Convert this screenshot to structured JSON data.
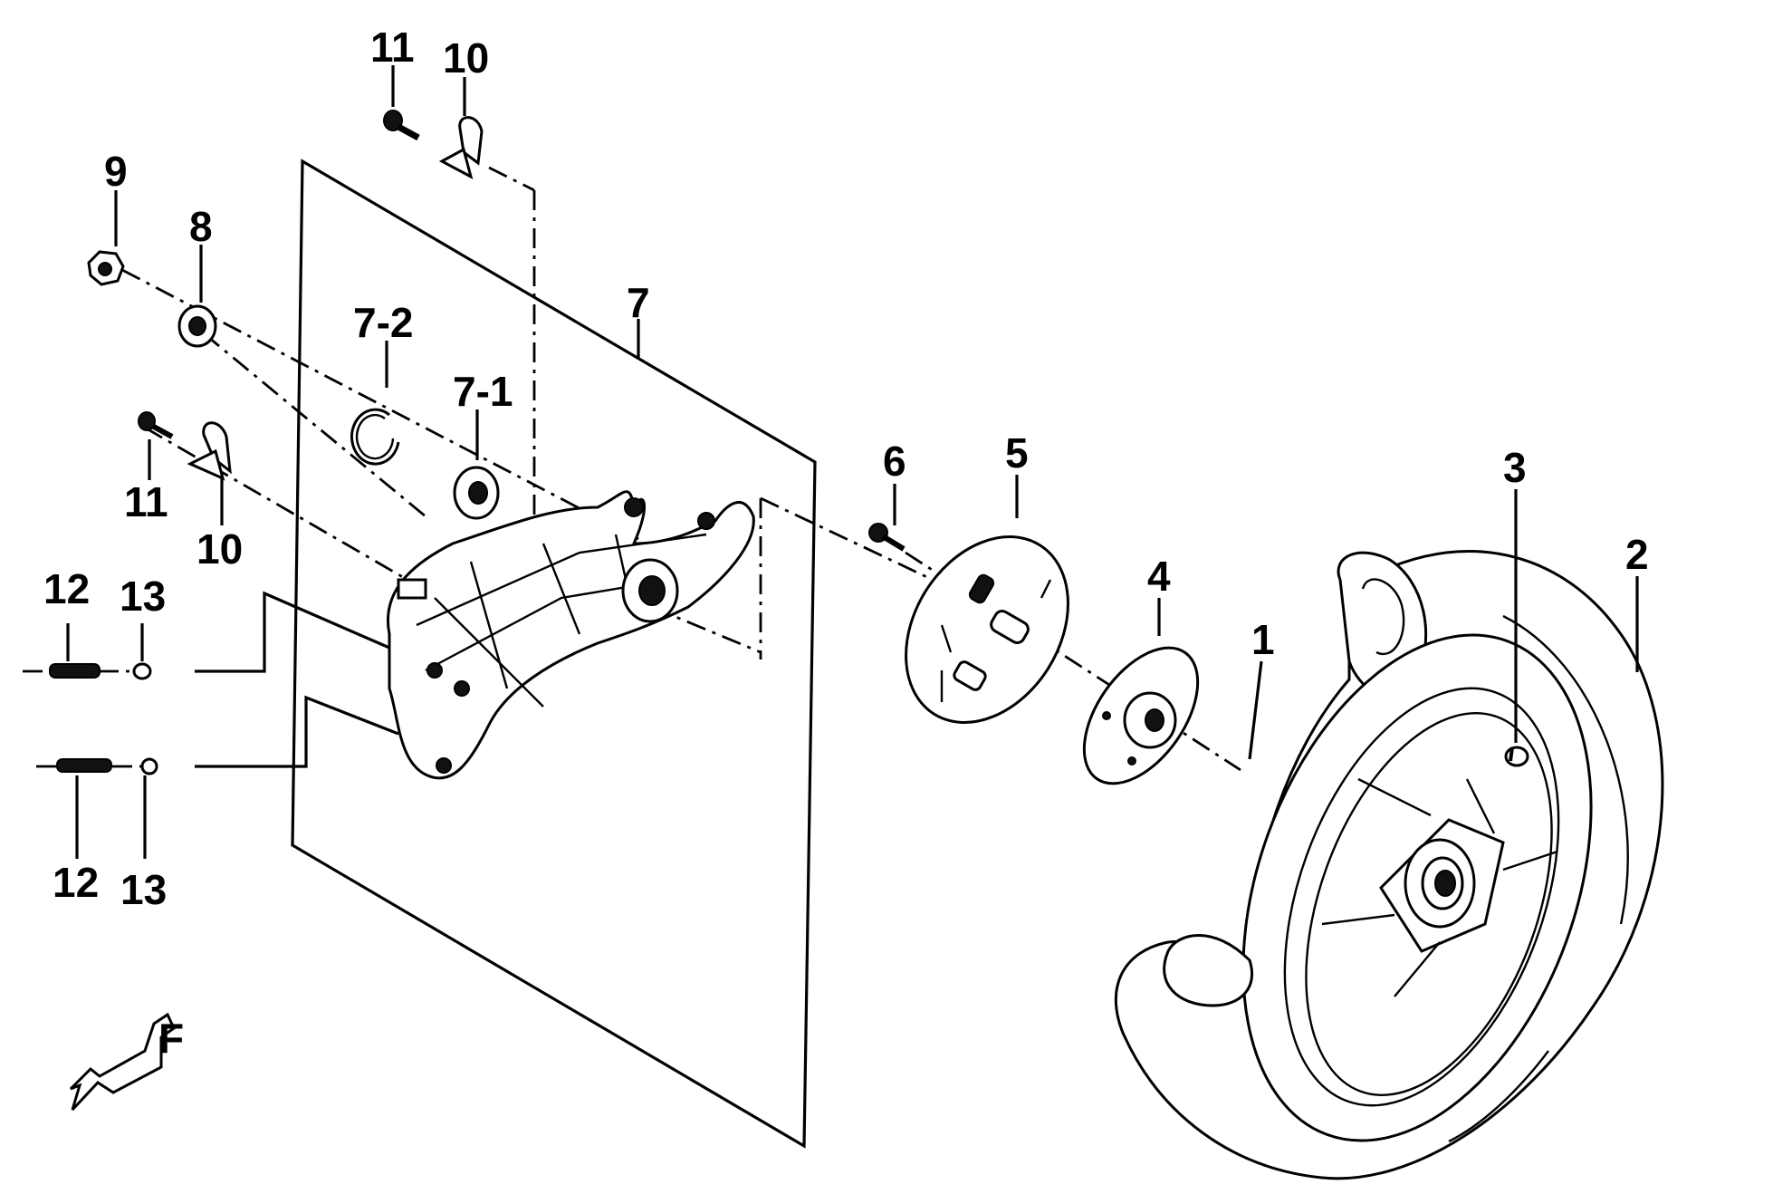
{
  "diagram": {
    "callouts": {
      "c1": "1",
      "c2": "2",
      "c3": "3",
      "c4": "4",
      "c5": "5",
      "c6": "6",
      "c7": "7",
      "c7_1": "7-1",
      "c7_2": "7-2",
      "c8": "8",
      "c9": "9",
      "c10_top": "10",
      "c10_mid": "10",
      "c11_top": "11",
      "c11_mid": "11",
      "c12_top": "12",
      "c12_bottom": "12",
      "c13_top": "13",
      "c13_bottom": "13",
      "direction_mark": "F"
    }
  }
}
